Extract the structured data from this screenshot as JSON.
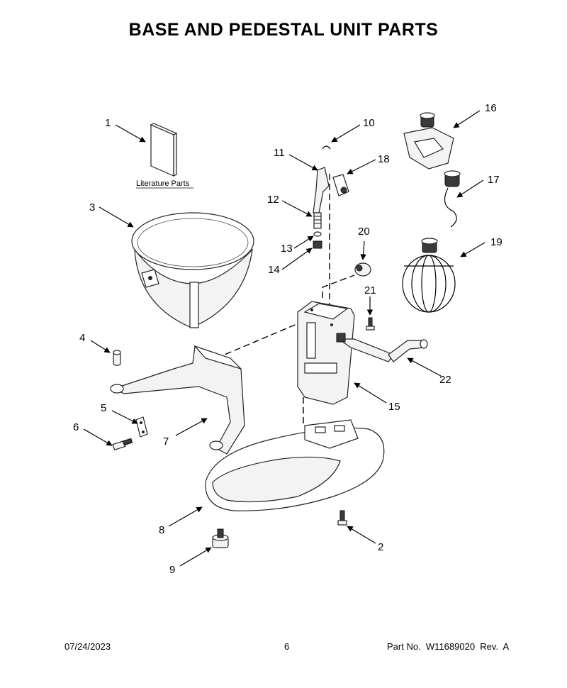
{
  "title": "BASE AND PEDESTAL UNIT PARTS",
  "literature_label": "Literature Parts",
  "callouts": {
    "c1": "1",
    "c2": "2",
    "c3": "3",
    "c4": "4",
    "c5": "5",
    "c6": "6",
    "c7": "7",
    "c8": "8",
    "c9": "9",
    "c10": "10",
    "c11": "11",
    "c12": "12",
    "c13": "13",
    "c14": "14",
    "c15": "15",
    "c16": "16",
    "c17": "17",
    "c18": "18",
    "c19": "19",
    "c20": "20",
    "c21": "21",
    "c22": "22"
  },
  "footer": {
    "date": "07/24/2023",
    "page": "6",
    "part_no": "Part No.  W11689020  Rev.  A"
  }
}
